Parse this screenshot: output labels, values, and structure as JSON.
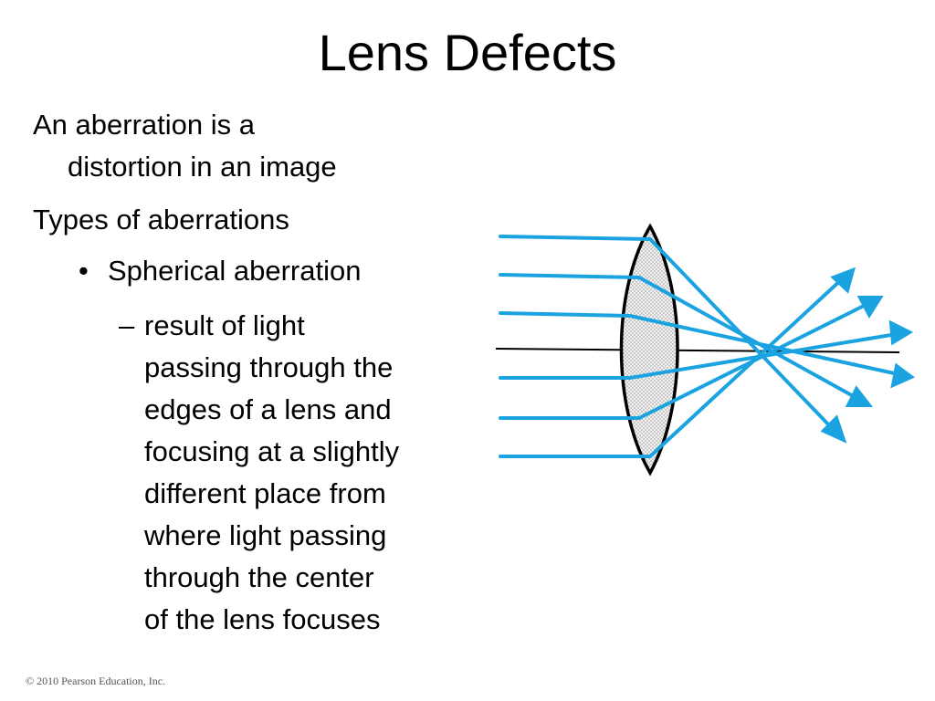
{
  "title": "Lens Defects",
  "definition": {
    "line1": "An aberration is a",
    "line2": "distortion  in an image"
  },
  "types_heading": "Types of aberrations",
  "bullet": {
    "glyph": "•",
    "label": "Spherical aberration"
  },
  "sub_bullet": {
    "glyph": "–",
    "lines": [
      "result of light",
      "passing through the",
      "edges of a lens and",
      "focusing at a slightly",
      "different place from",
      "where light passing",
      "through the center",
      "of the lens focuses"
    ]
  },
  "diagram": {
    "ray_color": "#1aa3e0",
    "axis_color": "#000000",
    "lens_fill": "#e8e8e8"
  },
  "footer": "© 2010 Pearson Education, Inc."
}
